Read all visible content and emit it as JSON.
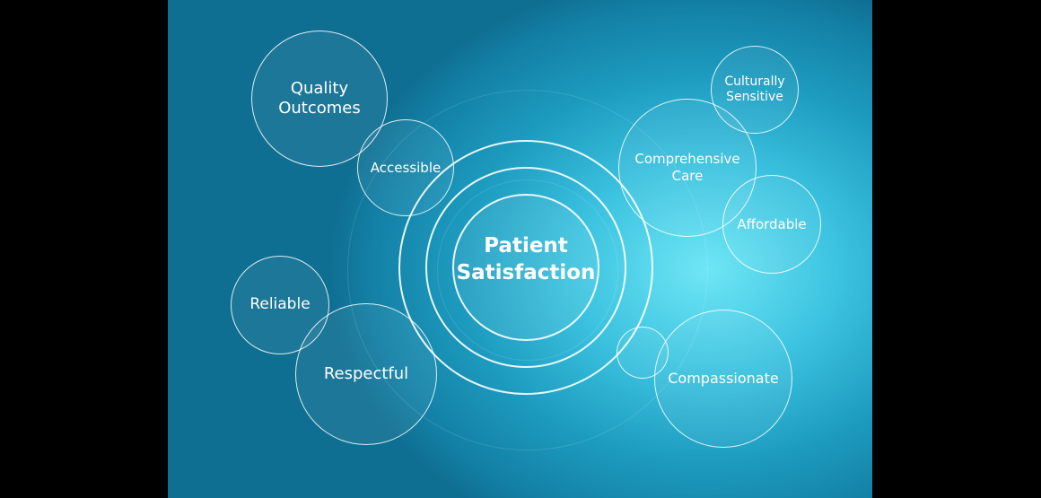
{
  "center": {
    "label": "Patient\nSatisfaction"
  },
  "bubbles": {
    "quality": "Quality\nOutcomes",
    "accessible": "Accessible",
    "culturally": "Culturally\nSensitive",
    "comprehensive": "Comprehensive\nCare",
    "affordable": "Affordable",
    "reliable": "Reliable",
    "respectful": "Respectful",
    "compassionate": "Compassionate"
  }
}
